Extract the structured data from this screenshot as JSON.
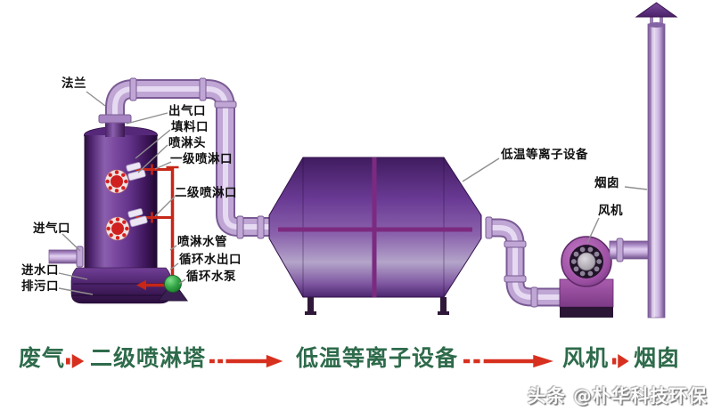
{
  "diagram": {
    "tower_labels": {
      "flange": "法兰",
      "gas_outlet": "出气口",
      "packing_port": "填料口",
      "spray_head": "喷淋头",
      "stage1_spray_port": "一级喷淋口",
      "stage2_spray_port": "二级喷淋口",
      "gas_inlet": "进气口",
      "water_inlet": "进水口",
      "drain_port": "排污口",
      "spray_water_pipe": "喷淋水管",
      "circ_water_outlet": "循环水出口",
      "circ_water_pump": "循环水泵"
    },
    "equipment_labels": {
      "plasma_device": "低温等离子设备",
      "chimney": "烟囱",
      "fan": "风机"
    },
    "flow_steps": [
      "废气",
      "二级喷淋塔",
      "低温等离子设备",
      "风机",
      "烟囱"
    ],
    "watermark": "头条 @朴华科技环保",
    "colors": {
      "tower_purple": "#6b3a8e",
      "pipe_lilac": "#bfa6d4",
      "plasma_purple": "#6a3a94",
      "red_pipe": "#c62718",
      "pump_green": "#35a648",
      "flow_text_green": "#2e6b4b",
      "arrow_red": "#d7301f",
      "background": "#ffffff"
    }
  }
}
